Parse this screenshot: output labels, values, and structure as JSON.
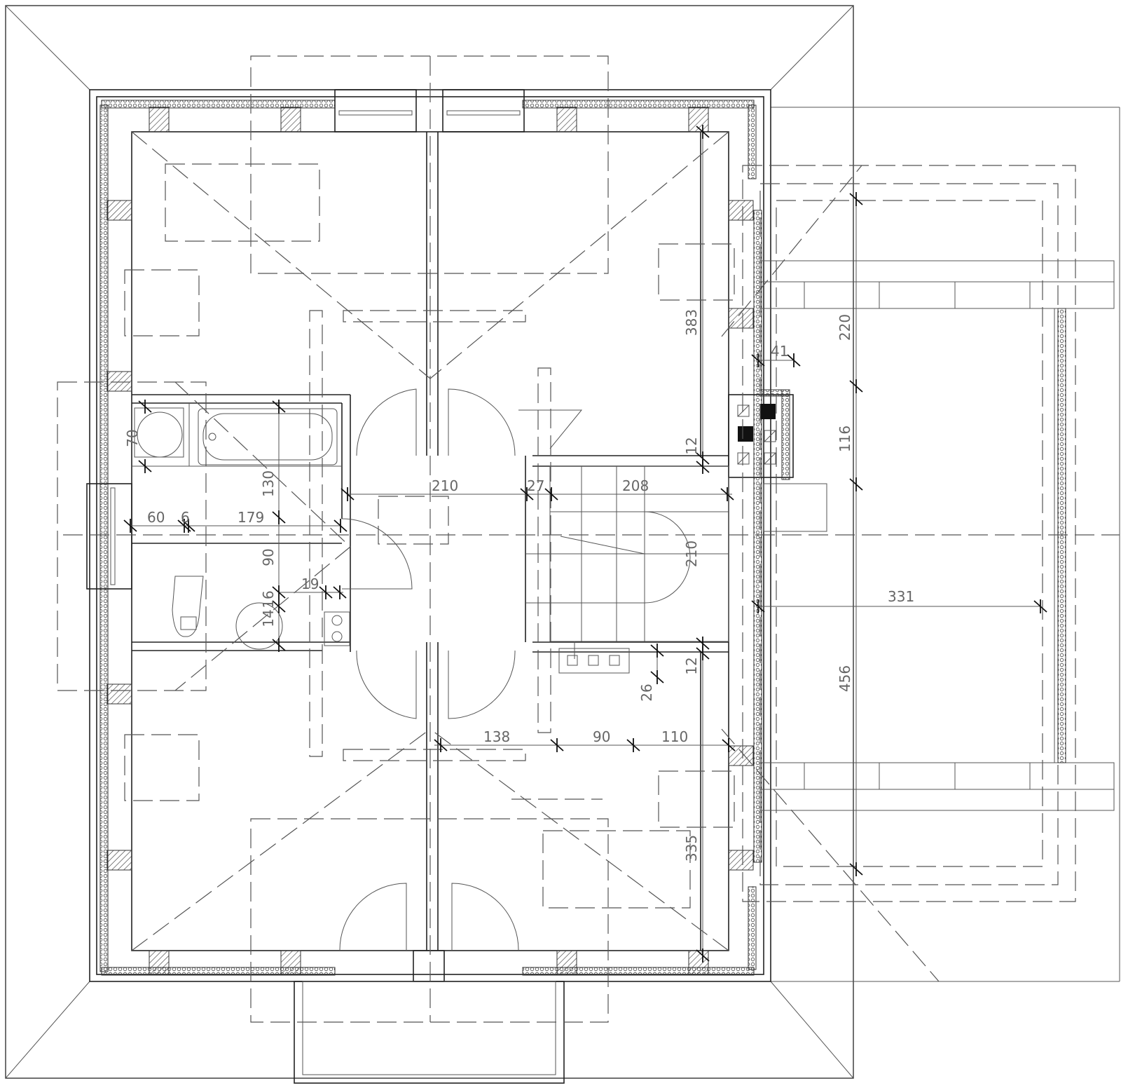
{
  "drawing": {
    "colors": {
      "line": "#333333",
      "text": "#666666",
      "background": "#ffffff"
    },
    "dimensions": [
      {
        "id": "dim-383",
        "text": "383"
      },
      {
        "id": "dim-220",
        "text": "220"
      },
      {
        "id": "dim-41",
        "text": "41"
      },
      {
        "id": "dim-116",
        "text": "116"
      },
      {
        "id": "dim-12-top",
        "text": "12"
      },
      {
        "id": "dim-70",
        "text": "70"
      },
      {
        "id": "dim-130",
        "text": "130"
      },
      {
        "id": "dim-210-horizontal",
        "text": "210"
      },
      {
        "id": "dim-27",
        "text": "27"
      },
      {
        "id": "dim-208",
        "text": "208"
      },
      {
        "id": "dim-60",
        "text": "60"
      },
      {
        "id": "dim-6",
        "text": "6"
      },
      {
        "id": "dim-179",
        "text": "179"
      },
      {
        "id": "dim-90-vertical",
        "text": "90"
      },
      {
        "id": "dim-210-vertical",
        "text": "210"
      },
      {
        "id": "dim-331",
        "text": "331"
      },
      {
        "id": "dim-19",
        "text": "19"
      },
      {
        "id": "dim-16",
        "text": "16"
      },
      {
        "id": "dim-14",
        "text": "14"
      },
      {
        "id": "dim-12-bottom",
        "text": "12"
      },
      {
        "id": "dim-26",
        "text": "26"
      },
      {
        "id": "dim-456",
        "text": "456"
      },
      {
        "id": "dim-138",
        "text": "138"
      },
      {
        "id": "dim-90-horizontal",
        "text": "90"
      },
      {
        "id": "dim-110",
        "text": "110"
      },
      {
        "id": "dim-335",
        "text": "335"
      }
    ]
  }
}
